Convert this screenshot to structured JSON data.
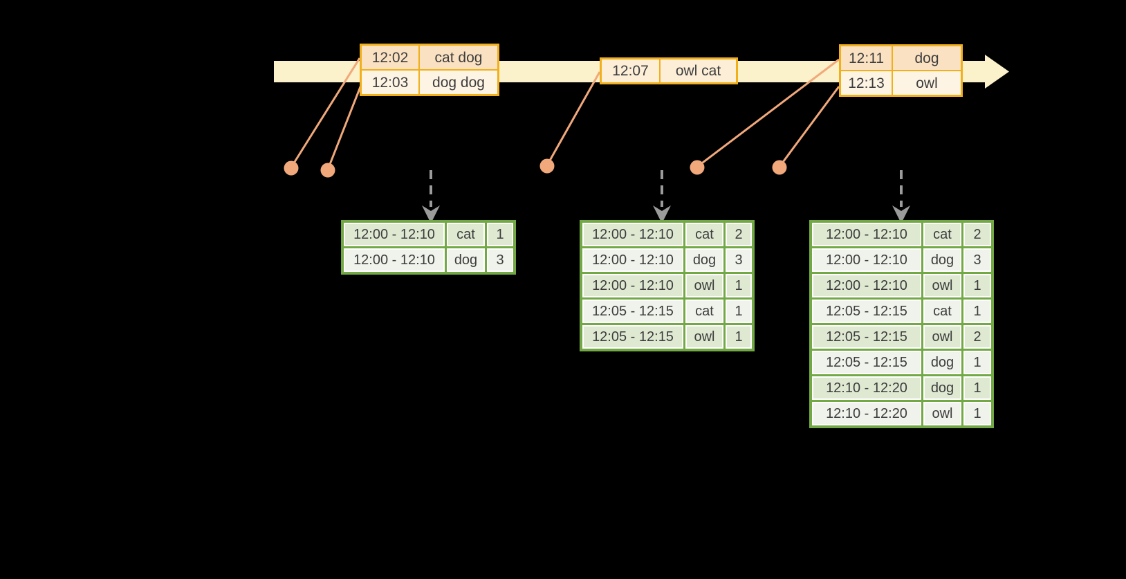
{
  "event_tables": [
    {
      "rows": [
        [
          "12:02",
          "cat dog"
        ],
        [
          "12:03",
          "dog dog"
        ]
      ]
    },
    {
      "rows": [
        [
          "12:07",
          "owl cat"
        ]
      ]
    },
    {
      "rows": [
        [
          "12:11",
          "dog"
        ],
        [
          "12:13",
          "owl"
        ]
      ]
    }
  ],
  "result_tables": [
    {
      "rows": [
        [
          "12:00 - 12:10",
          "cat",
          "1"
        ],
        [
          "12:00 - 12:10",
          "dog",
          "3"
        ]
      ]
    },
    {
      "rows": [
        [
          "12:00 - 12:10",
          "cat",
          "2"
        ],
        [
          "12:00 - 12:10",
          "dog",
          "3"
        ],
        [
          "12:00 - 12:10",
          "owl",
          "1"
        ],
        [
          "12:05 - 12:15",
          "cat",
          "1"
        ],
        [
          "12:05 - 12:15",
          "owl",
          "1"
        ]
      ]
    },
    {
      "rows": [
        [
          "12:00 - 12:10",
          "cat",
          "2"
        ],
        [
          "12:00 - 12:10",
          "dog",
          "3"
        ],
        [
          "12:00 - 12:10",
          "owl",
          "1"
        ],
        [
          "12:05 - 12:15",
          "cat",
          "1"
        ],
        [
          "12:05 - 12:15",
          "owl",
          "2"
        ],
        [
          "12:05 - 12:15",
          "dog",
          "1"
        ],
        [
          "12:10 - 12:20",
          "dog",
          "1"
        ],
        [
          "12:10 - 12:20",
          "owl",
          "1"
        ]
      ]
    }
  ],
  "colors": {
    "background": "#000000",
    "timeline_arrow": "#FBF1CA",
    "event_table_border": "#F1AF1C",
    "event_row_peach": "#FAE1C2",
    "event_row_cream": "#FDF4E4",
    "event_row_single": "#FCEED7",
    "connector_salmon": "#F1A97B",
    "trigger_arrow_gray": "#9B9B9B",
    "result_table_border": "#72A944",
    "result_row_dark": "#DFE9D2",
    "result_row_light": "#EFF3EB",
    "text": "#3D3D3D"
  }
}
